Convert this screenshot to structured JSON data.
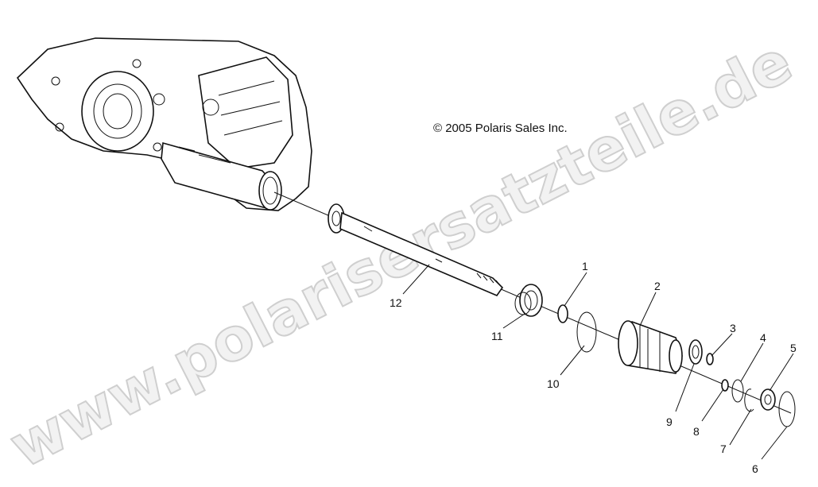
{
  "copyright": "© 2005 Polaris Sales Inc.",
  "watermark": "www.polarisersatzteile.de",
  "callouts": [
    "1",
    "2",
    "3",
    "4",
    "5",
    "6",
    "7",
    "8",
    "9",
    "10",
    "11",
    "12"
  ]
}
